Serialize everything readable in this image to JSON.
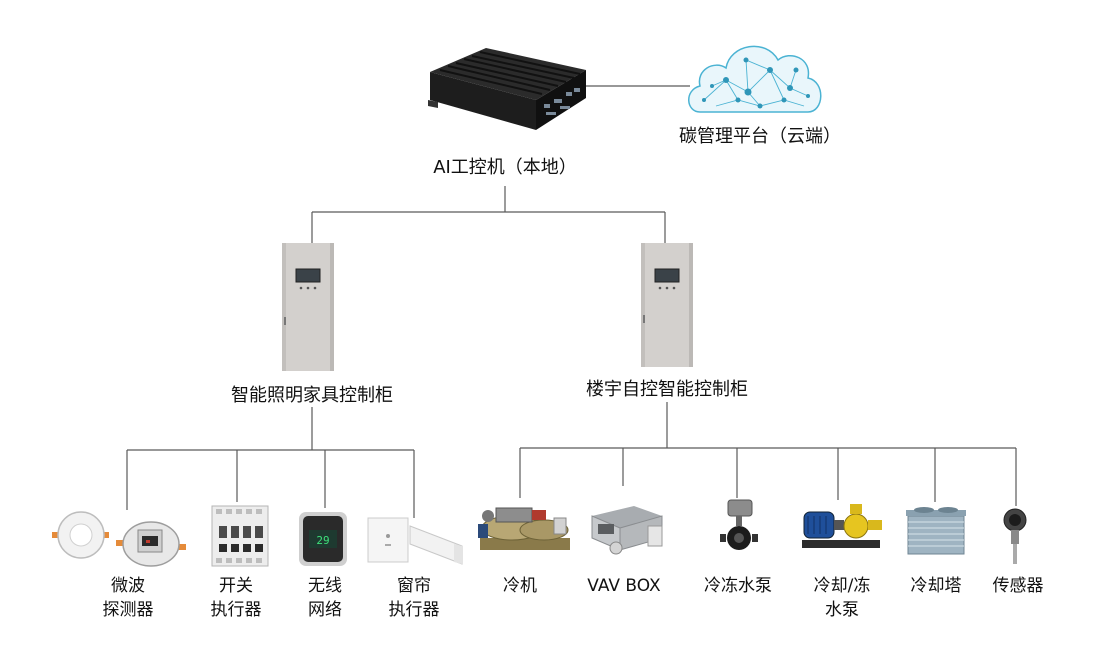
{
  "cloud": {
    "label": "碳管理平台（云端）",
    "icon": "cloud-network-icon"
  },
  "controller": {
    "label": "AI工控机（本地）",
    "icon": "industrial-pc-icon"
  },
  "cabinets": [
    {
      "label": "智能照明家具控制柜"
    },
    {
      "label": "楼宇自控智能控制柜"
    }
  ],
  "lighting_devices": [
    {
      "line1": "微波",
      "line2": "探测器",
      "icon": "microwave-sensor-icon"
    },
    {
      "line1": "开关",
      "line2": "执行器",
      "icon": "switch-actuator-icon"
    },
    {
      "line1": "无线",
      "line2": "网络",
      "icon": "wireless-gateway-icon"
    },
    {
      "line1": "窗帘",
      "line2": "执行器",
      "icon": "curtain-actuator-icon"
    }
  ],
  "building_devices": [
    {
      "line1": "冷机",
      "line2": "",
      "icon": "chiller-icon"
    },
    {
      "line1": "VAV BOX",
      "line2": "",
      "icon": "vav-box-icon"
    },
    {
      "line1": "冷冻水泵",
      "line2": "",
      "icon": "valve-icon"
    },
    {
      "line1": "冷却/冻",
      "line2": "水泵",
      "icon": "water-pump-icon"
    },
    {
      "line1": "冷却塔",
      "line2": "",
      "icon": "cooling-tower-icon"
    },
    {
      "line1": "传感器",
      "line2": "",
      "icon": "pressure-sensor-icon"
    }
  ],
  "colors": {
    "line": "#5a5a5a",
    "cabinet": "#d3d0cd",
    "cloud": "#3aa9c9",
    "pc": "#1b1b1b"
  }
}
